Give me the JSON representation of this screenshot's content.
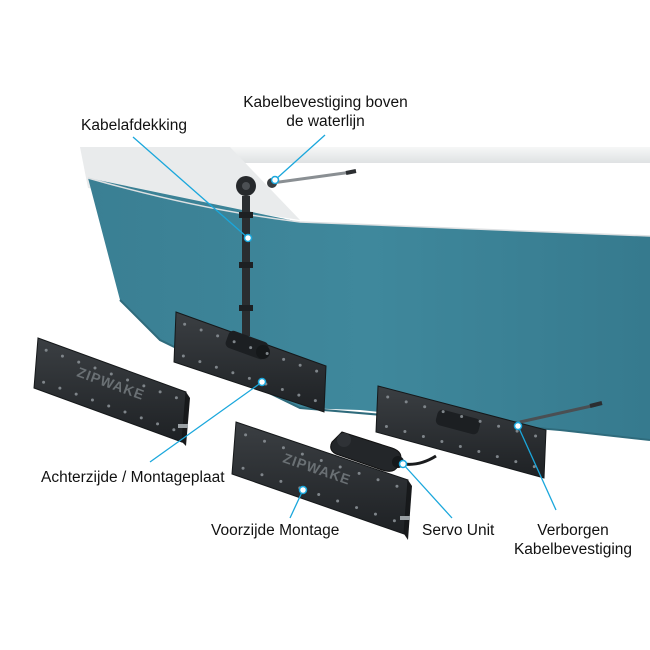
{
  "labels": {
    "kabelafdekking": "Kabelafdekking",
    "kabelbevestiging_boven_line1": "Kabelbevestiging boven",
    "kabelbevestiging_boven_line2": "de waterlijn",
    "achterzijde": "Achterzijde / Montageplaat",
    "voorzijde": "Voorzijde Montage",
    "servo": "Servo Unit",
    "verborgen_line1": "Verborgen",
    "verborgen_line2": "Kabelbevestiging"
  },
  "brand": {
    "logo_text": "ZIPWAKE"
  },
  "colors": {
    "hull_top": "#f2f3f3",
    "hull_blue": "#3d8498",
    "plate": "#2a2d30",
    "leader": "#1aa7dc"
  }
}
